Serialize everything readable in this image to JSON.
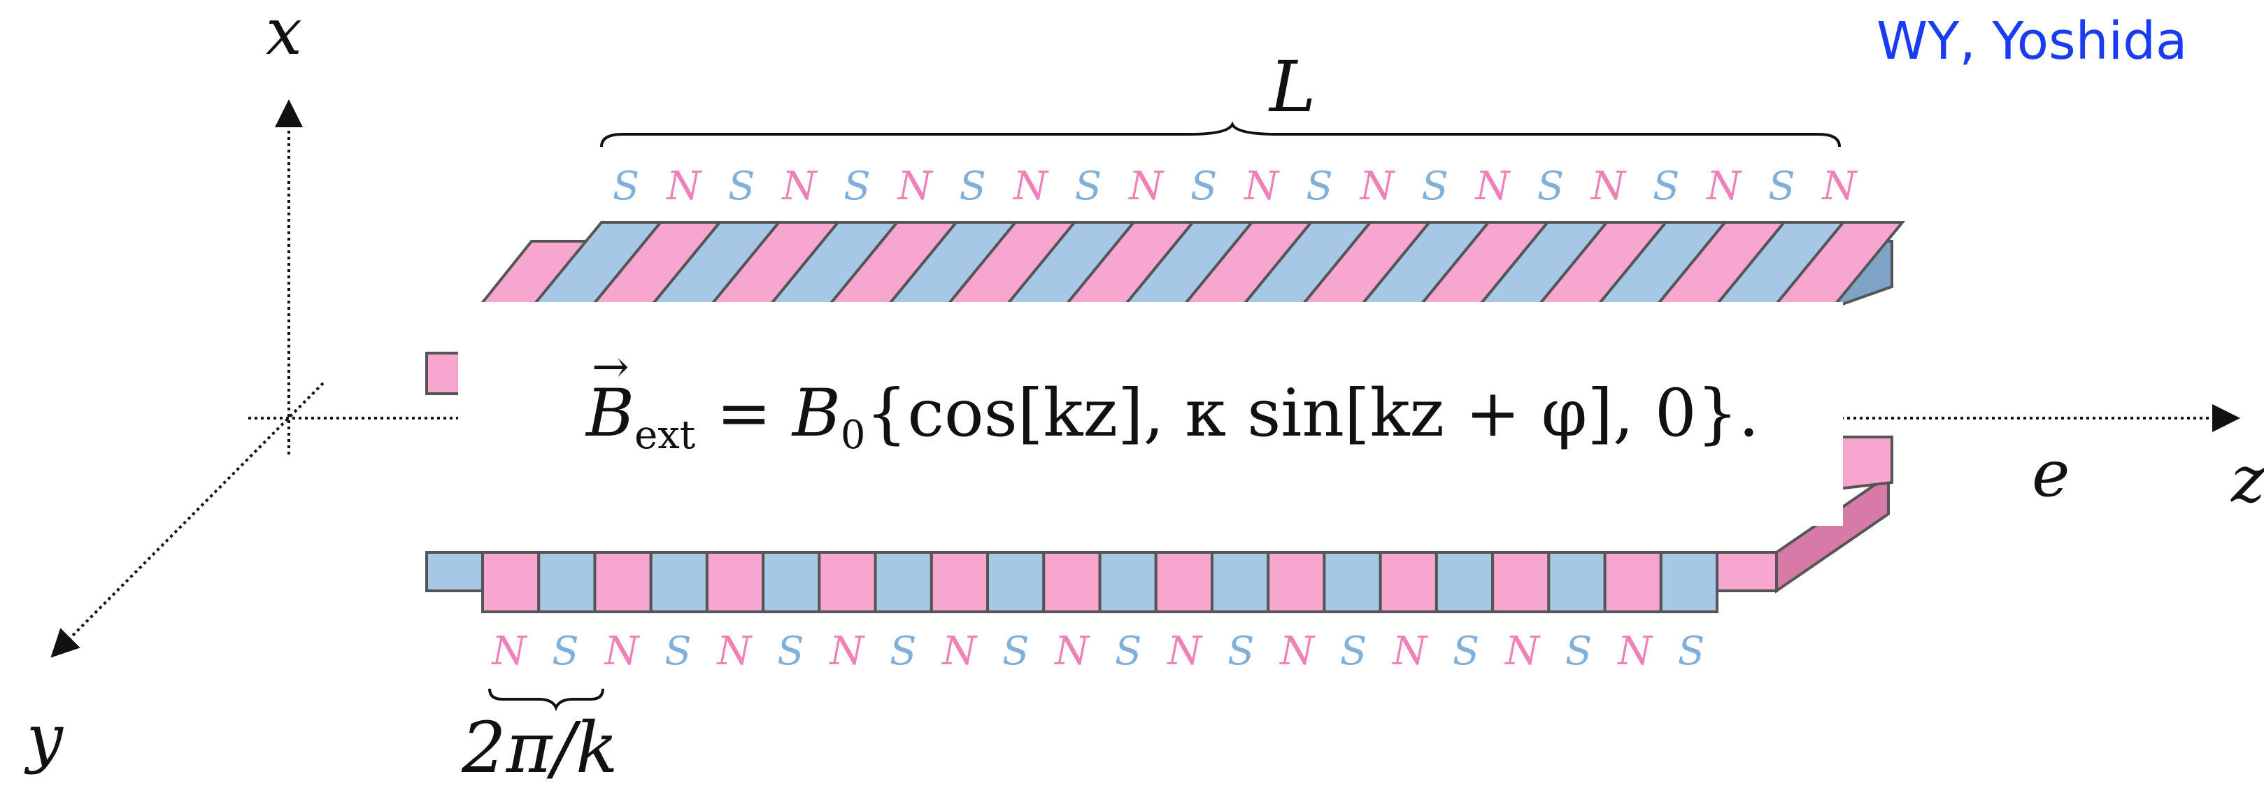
{
  "author": "WY, Yoshida",
  "axes": {
    "x": "x",
    "y": "y",
    "z": "z"
  },
  "beam_label": "e",
  "length_label": "L",
  "period_label": "2π/k",
  "top_poles": [
    "S",
    "N",
    "S",
    "N",
    "S",
    "N",
    "S",
    "N",
    "S",
    "N",
    "S",
    "N",
    "S",
    "N",
    "S",
    "N",
    "S",
    "N",
    "S",
    "N",
    "S",
    "N"
  ],
  "bottom_poles": [
    "N",
    "S",
    "N",
    "S",
    "N",
    "S",
    "N",
    "S",
    "N",
    "S",
    "N",
    "S",
    "N",
    "S",
    "N",
    "S",
    "N",
    "S",
    "N",
    "S",
    "N",
    "S"
  ],
  "equation": {
    "lhs_symbol": "B",
    "lhs_sub": "ext",
    "rhs_coeff": "B",
    "rhs_coeff_sub": "0",
    "body": "{cos[kz], κ sin[kz + φ], 0}."
  },
  "colors": {
    "pink": "#f7a7cf",
    "blue": "#a7c7e7",
    "pink_text": "#f080b8",
    "blue_text": "#7fb0dc",
    "author": "#1a3cf0"
  }
}
